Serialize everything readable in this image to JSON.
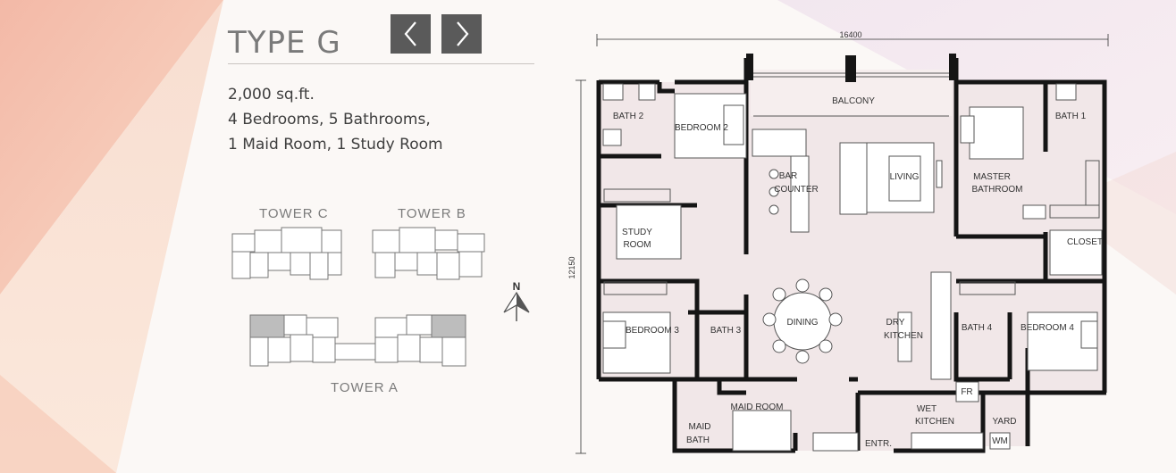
{
  "unit": {
    "title": "TYPE G",
    "area": "2,000 sq.ft.",
    "specs": [
      "4 Bedrooms, 5 Bathrooms,",
      "1 Maid Room, 1 Study Room"
    ]
  },
  "nav": {
    "prev_icon": "chevron-left-icon",
    "next_icon": "chevron-right-icon"
  },
  "towers": {
    "c": "TOWER C",
    "b": "TOWER B",
    "a": "TOWER A"
  },
  "compass": {
    "label": "N"
  },
  "plan": {
    "dim_width": "16400",
    "dim_height": "12150",
    "rooms": {
      "balcony": "BALCONY",
      "bath2": "BATH 2",
      "bedroom2": "BEDROOM 2",
      "bar": "BAR",
      "counter": "COUNTER",
      "living": "LIVING",
      "master1": "MASTER",
      "master2": "BATHROOM",
      "bath1": "BATH 1",
      "study1": "STUDY",
      "study2": "ROOM",
      "closet": "CLOSET",
      "bedroom3": "BEDROOM 3",
      "bath3": "BATH 3",
      "dining": "DINING",
      "dry1": "DRY",
      "dry2": "KITCHEN",
      "bath4": "BATH 4",
      "bedroom4": "BEDROOM 4",
      "maidroom": "MAID ROOM",
      "maid1": "MAID",
      "maid2": "BATH",
      "wet1": "WET",
      "wet2": "KITCHEN",
      "yard": "YARD",
      "entr": "ENTR.",
      "fr": "FR",
      "wm": "WM"
    }
  },
  "colors": {
    "accent_dark": "#5a5a5a",
    "floor": "#f0e6e6",
    "wall": "#1a1a1a"
  }
}
